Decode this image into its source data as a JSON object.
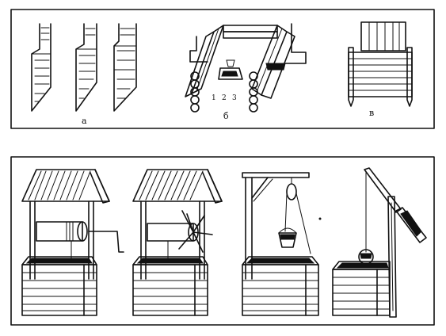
{
  "panels": {
    "top": {
      "labels": [
        "а",
        "б",
        "в"
      ],
      "b_numbers": [
        "1",
        "2",
        "3"
      ]
    }
  }
}
